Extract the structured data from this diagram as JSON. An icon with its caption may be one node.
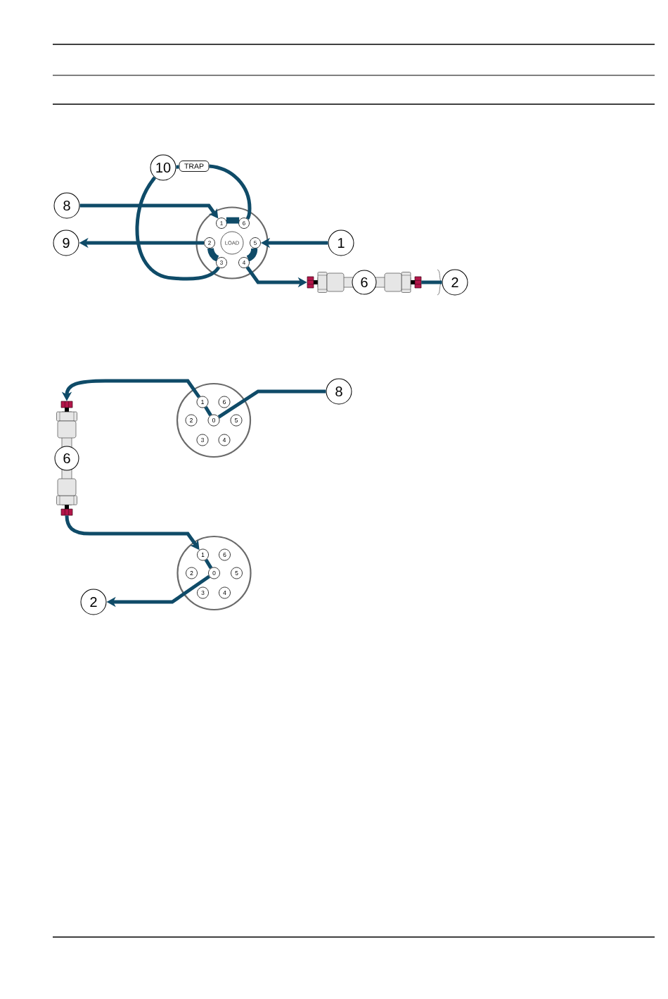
{
  "diagram": {
    "nodes": [
      {
        "text": [
          "10"
        ]
      },
      {
        "text": [
          "TRAP"
        ]
      },
      {
        "text": [
          "8"
        ]
      },
      {
        "text": [],
        "shape": "circle"
      },
      {
        "text": [
          "1"
        ],
        "in": 3
      },
      {
        "text": [
          "6"
        ],
        "in": 3
      },
      {
        "text": [
          "2"
        ],
        "in": 3
      },
      {
        "text": [
          "LOAD"
        ],
        "in": 3
      },
      {
        "text": [
          "5"
        ],
        "in": 3
      },
      {
        "text": [
          "3"
        ],
        "in": 3
      },
      {
        "text": [
          "4"
        ],
        "in": 3
      },
      {
        "text": [
          "9"
        ]
      },
      {
        "text": [
          "1"
        ]
      },
      {
        "text": [
          "6"
        ]
      },
      {
        "text": [
          "2"
        ]
      },
      {
        "text": [],
        "shape": "circle"
      },
      {
        "text": [
          "1"
        ],
        "in": 15
      },
      {
        "text": [
          "6"
        ],
        "in": 15
      },
      {
        "text": [
          "2"
        ],
        "in": 15
      },
      {
        "text": [
          "0"
        ],
        "in": 15
      },
      {
        "text": [
          "5"
        ],
        "in": 15
      },
      {
        "text": [
          "3"
        ],
        "in": 15
      },
      {
        "text": [
          "4"
        ],
        "in": 15
      },
      {
        "text": [
          "8"
        ]
      },
      {
        "text": [
          "6"
        ]
      },
      {
        "text": [],
        "shape": "circle"
      },
      {
        "text": [
          "1"
        ],
        "in": 25
      },
      {
        "text": [
          "6"
        ],
        "in": 25
      },
      {
        "text": [
          "2"
        ],
        "in": 25
      },
      {
        "text": [
          "0"
        ],
        "in": 25
      },
      {
        "text": [
          "5"
        ],
        "in": 25
      },
      {
        "text": [
          "3"
        ],
        "in": 25
      },
      {
        "text": [
          "4"
        ],
        "in": 25
      },
      {
        "text": [
          "2"
        ]
      }
    ],
    "edges": [
      {
        "from": 2,
        "to": 4,
        "arrow": "to"
      },
      {
        "from": 6,
        "to": 11,
        "arrow": "to"
      },
      {
        "from": 12,
        "to": 8,
        "arrow": "to"
      },
      {
        "from": 10,
        "to": 13,
        "arrow": "to"
      },
      {
        "from": 13,
        "to": 14,
        "arrow": "none"
      },
      {
        "from": 9,
        "to": 0,
        "arrow": "none"
      },
      {
        "from": 0,
        "to": 1,
        "arrow": "none"
      },
      {
        "from": 1,
        "to": 5,
        "arrow": "none"
      },
      {
        "from": 4,
        "to": 5,
        "arrow": "none",
        "style": "thick"
      },
      {
        "from": 6,
        "to": 9,
        "arrow": "none",
        "style": "thick"
      },
      {
        "from": 8,
        "to": 10,
        "arrow": "none",
        "style": "thick"
      },
      {
        "from": 23,
        "to": 19,
        "arrow": "none"
      },
      {
        "from": 19,
        "to": 16,
        "arrow": "none"
      },
      {
        "from": 16,
        "to": 24,
        "arrow": "to"
      },
      {
        "from": 24,
        "to": 26,
        "arrow": "to"
      },
      {
        "from": 26,
        "to": 29,
        "arrow": "none"
      },
      {
        "from": 29,
        "to": 33,
        "arrow": "to"
      }
    ]
  }
}
